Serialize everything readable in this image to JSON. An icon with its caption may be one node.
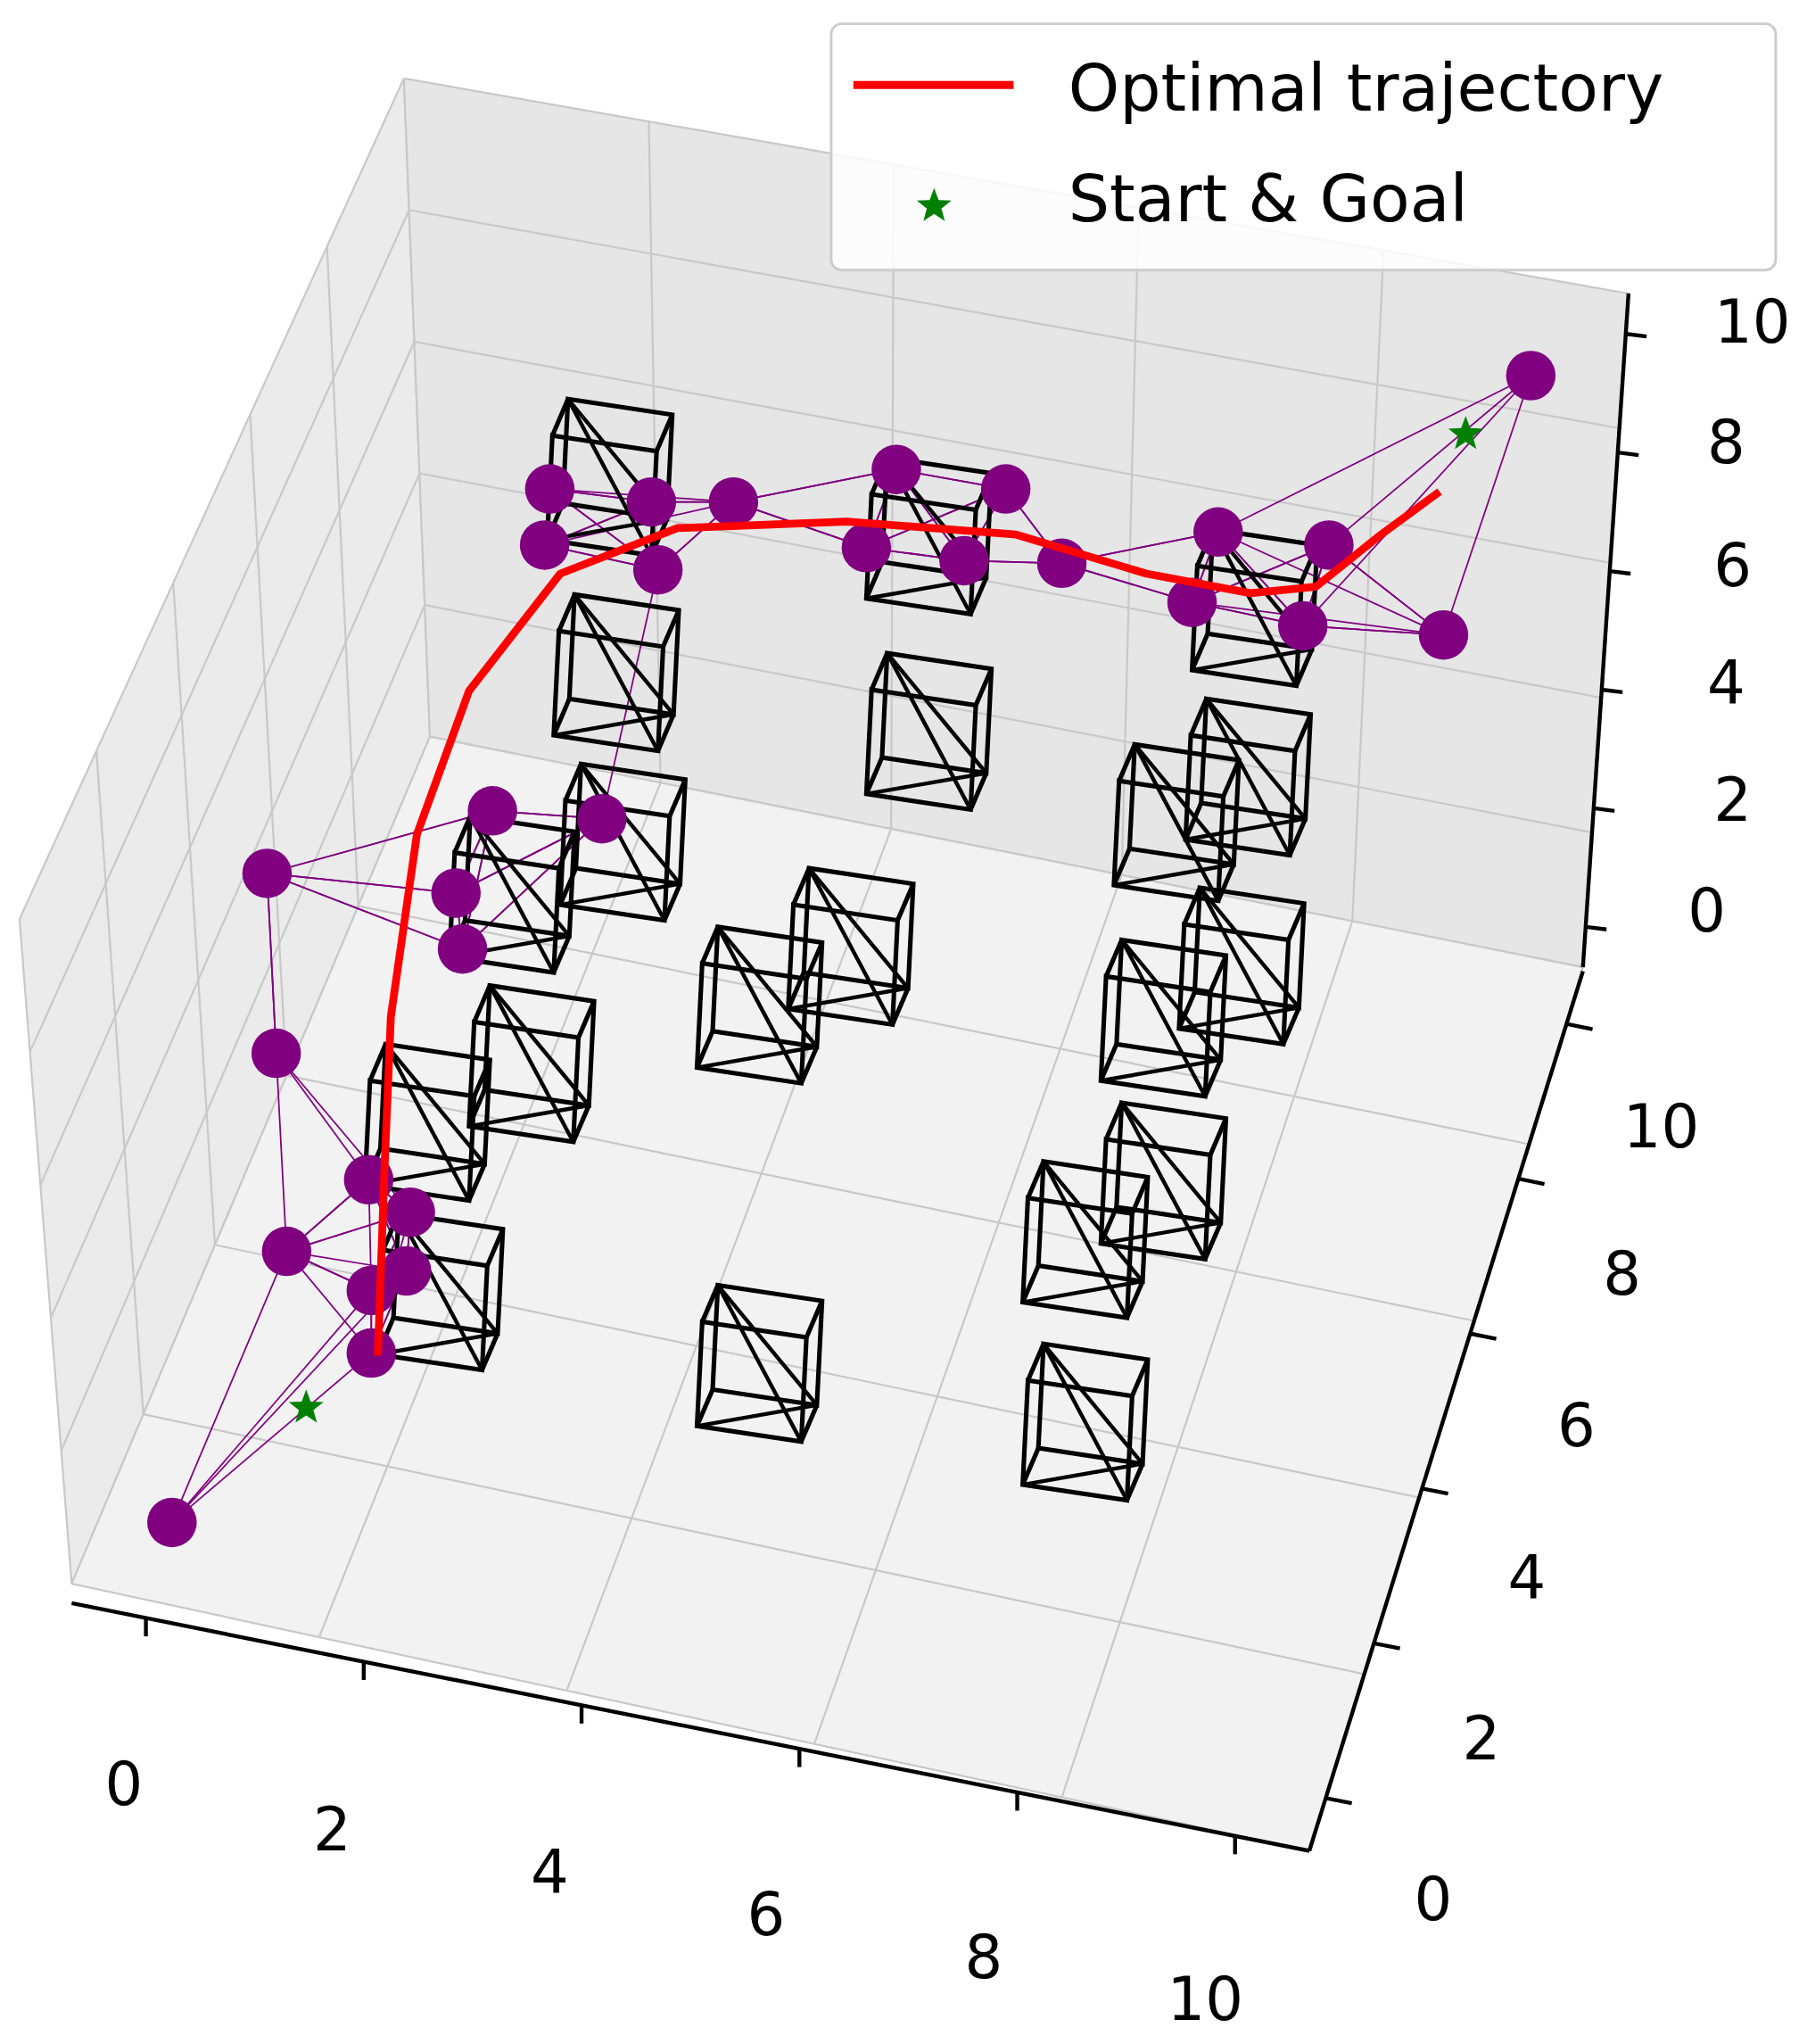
{
  "diagram": {
    "labels": [
      "10",
      "8",
      "6",
      "4",
      "2",
      "0",
      "10",
      "8",
      "6",
      "4",
      "2",
      "0",
      "0",
      "2",
      "4",
      "6",
      "8",
      "10"
    ],
    "legend": [
      {
        "text": "Optimal trajectory"
      },
      {
        "text": "Start & Goal"
      }
    ]
  }
}
